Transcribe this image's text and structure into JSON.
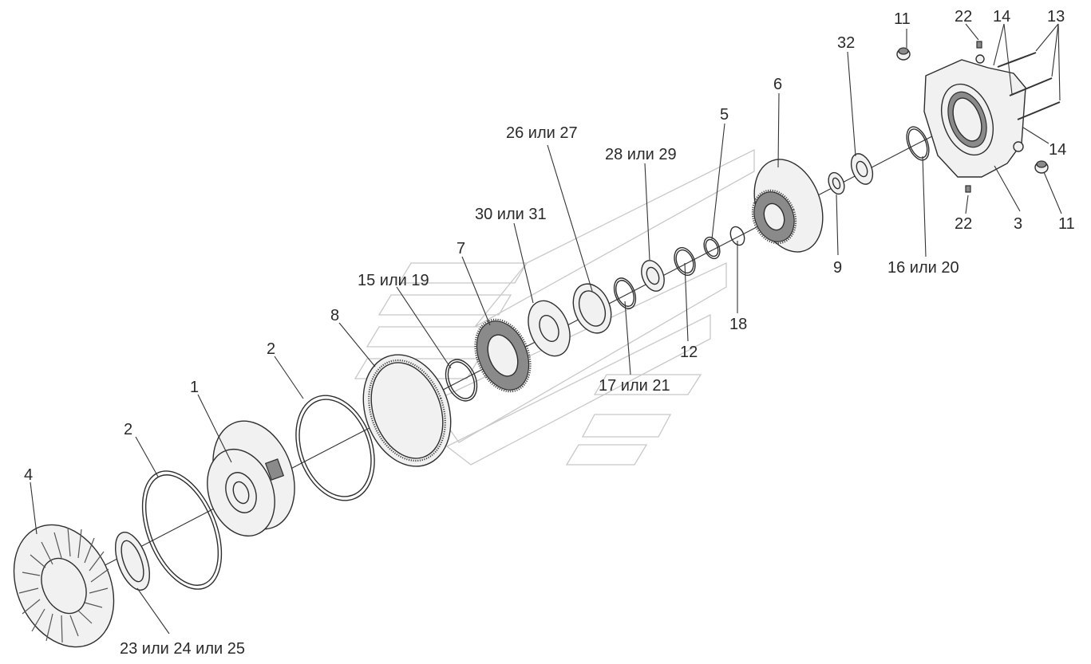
{
  "diagram": {
    "type": "exploded-assembly",
    "callouts": [
      {
        "id": "c4",
        "label": "4"
      },
      {
        "id": "c2a",
        "label": "2"
      },
      {
        "id": "c1",
        "label": "1"
      },
      {
        "id": "c2b",
        "label": "2"
      },
      {
        "id": "c8",
        "label": "8"
      },
      {
        "id": "c15",
        "label": "15 или 19"
      },
      {
        "id": "c7",
        "label": "7"
      },
      {
        "id": "c30",
        "label": "30 или 31"
      },
      {
        "id": "c26",
        "label": "26 или 27"
      },
      {
        "id": "c28",
        "label": "28 или 29"
      },
      {
        "id": "c5",
        "label": "5"
      },
      {
        "id": "c6",
        "label": "6"
      },
      {
        "id": "c17",
        "label": "17 или 21"
      },
      {
        "id": "c12",
        "label": "12"
      },
      {
        "id": "c18",
        "label": "18"
      },
      {
        "id": "c9",
        "label": "9"
      },
      {
        "id": "c32",
        "label": "32"
      },
      {
        "id": "c16",
        "label": "16 или 20"
      },
      {
        "id": "c3",
        "label": "3"
      },
      {
        "id": "c11a",
        "label": "11"
      },
      {
        "id": "c22a",
        "label": "22"
      },
      {
        "id": "c14a",
        "label": "14"
      },
      {
        "id": "c13",
        "label": "13"
      },
      {
        "id": "c14b",
        "label": "14"
      },
      {
        "id": "c22b",
        "label": "22"
      },
      {
        "id": "c11b",
        "label": "11"
      },
      {
        "id": "c23",
        "label": "23 или 24 или 25"
      }
    ]
  }
}
